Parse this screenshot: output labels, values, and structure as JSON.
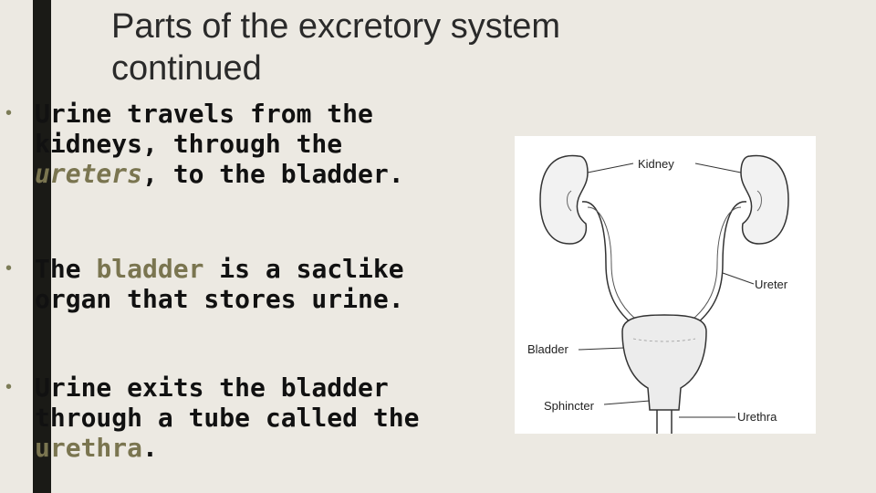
{
  "title": {
    "line1": "Parts of the excretory system",
    "line2": "continued"
  },
  "bullets": [
    {
      "pre": "Urine travels from the kidneys, through the ",
      "term": "ureters",
      "post": ", to the bladder."
    },
    {
      "pre": "The ",
      "term": "bladder",
      "post": " is a saclike organ that stores urine."
    },
    {
      "pre": "Urine exits the bladder through a tube called the ",
      "term": "urethra",
      "post": "."
    }
  ],
  "figure": {
    "labels": {
      "kidney": "Kidney",
      "ureter": "Ureter",
      "bladder": "Bladder",
      "sphincter": "Sphincter",
      "urethra": "Urethra"
    }
  },
  "colors": {
    "background": "#ece9e2",
    "stripe": "#1a1a16",
    "highlight": "#7a7550",
    "bullet_dot": "#7c7c57"
  }
}
